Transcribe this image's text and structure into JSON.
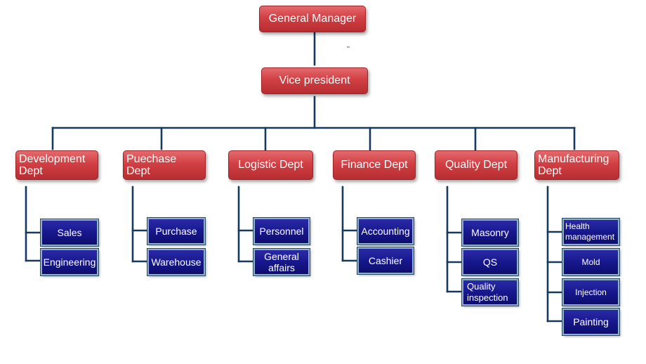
{
  "chart": {
    "top": {
      "general_manager": "General Manager",
      "vice_president": "Vice president"
    },
    "departments": [
      {
        "label": "Development\nDept",
        "subs": [
          "Sales",
          "Engineering"
        ]
      },
      {
        "label": "Puechase\nDept",
        "subs": [
          "Purchase",
          "Warehouse"
        ]
      },
      {
        "label": "Logistic Dept",
        "subs": [
          "Personnel",
          "General\naffairs"
        ]
      },
      {
        "label": "Finance Dept",
        "subs": [
          "Accounting",
          "Cashier"
        ]
      },
      {
        "label": "Quality Dept",
        "subs": [
          "Masonry",
          "QS",
          "Quality\ninspection"
        ]
      },
      {
        "label": "Manufacturing\nDept",
        "subs": [
          "Health\nmanagement",
          "Mold",
          "Injection",
          "Painting"
        ]
      }
    ]
  }
}
